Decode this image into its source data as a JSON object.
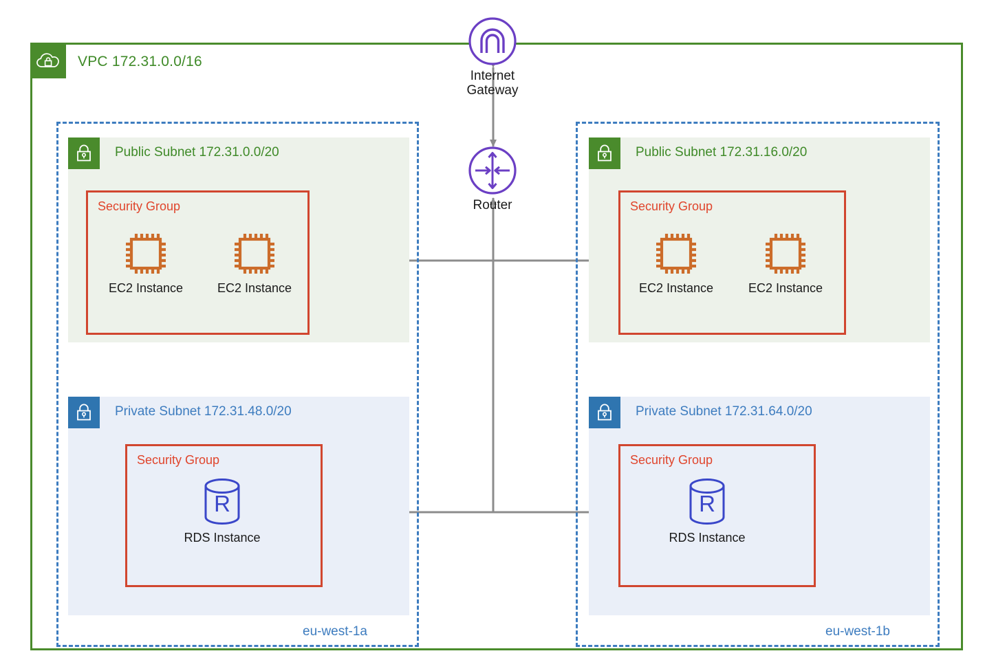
{
  "vpc": {
    "title": "VPC 172.31.0.0/16",
    "badge_icon": "cloud-lock-icon",
    "border_color": "#4a8b2c",
    "text_color": "#3f8a28"
  },
  "network": {
    "internet_gateway": {
      "label_line1": "Internet",
      "label_line2": "Gateway",
      "icon": "internet-gateway-icon",
      "color": "#6b3fc4"
    },
    "router": {
      "label": "Router",
      "icon": "router-icon",
      "color": "#6b3fc4"
    },
    "connector_color": "#8c8c8c"
  },
  "availability_zones": [
    {
      "name": "eu-west-1a",
      "border_color": "#3d7cbf",
      "subnets": [
        {
          "kind": "public",
          "title": "Public Subnet 172.31.0.0/20",
          "badge_icon": "lock-icon",
          "badge_color": "#4a8b2c",
          "background": "#edf2ea",
          "text_color": "#3f8a28",
          "security_group": {
            "title": "Security Group",
            "border_color": "#d1462f",
            "text_color": "#e0452c",
            "resources": [
              {
                "label": "EC2 Instance",
                "icon": "ec2-chip-icon",
                "color": "#cc6c2a"
              },
              {
                "label": "EC2 Instance",
                "icon": "ec2-chip-icon",
                "color": "#cc6c2a"
              }
            ]
          }
        },
        {
          "kind": "private",
          "title": "Private Subnet 172.31.48.0/20",
          "badge_icon": "lock-icon",
          "badge_color": "#2f75b0",
          "background": "#eaeff8",
          "text_color": "#3d7cbf",
          "security_group": {
            "title": "Security Group",
            "border_color": "#d1462f",
            "text_color": "#e0452c",
            "resources": [
              {
                "label": "RDS Instance",
                "icon": "rds-database-icon",
                "glyph": "R",
                "color": "#3a47c9"
              }
            ]
          }
        }
      ]
    },
    {
      "name": "eu-west-1b",
      "border_color": "#3d7cbf",
      "subnets": [
        {
          "kind": "public",
          "title": "Public Subnet 172.31.16.0/20",
          "badge_icon": "lock-icon",
          "badge_color": "#4a8b2c",
          "background": "#edf2ea",
          "text_color": "#3f8a28",
          "security_group": {
            "title": "Security Group",
            "border_color": "#d1462f",
            "text_color": "#e0452c",
            "resources": [
              {
                "label": "EC2 Instance",
                "icon": "ec2-chip-icon",
                "color": "#cc6c2a"
              },
              {
                "label": "EC2 Instance",
                "icon": "ec2-chip-icon",
                "color": "#cc6c2a"
              }
            ]
          }
        },
        {
          "kind": "private",
          "title": "Private Subnet 172.31.64.0/20",
          "badge_icon": "lock-icon",
          "badge_color": "#2f75b0",
          "background": "#eaeff8",
          "text_color": "#3d7cbf",
          "security_group": {
            "title": "Security Group",
            "border_color": "#d1462f",
            "text_color": "#e0452c",
            "resources": [
              {
                "label": "RDS Instance",
                "icon": "rds-database-icon",
                "glyph": "R",
                "color": "#3a47c9"
              }
            ]
          }
        }
      ]
    }
  ]
}
